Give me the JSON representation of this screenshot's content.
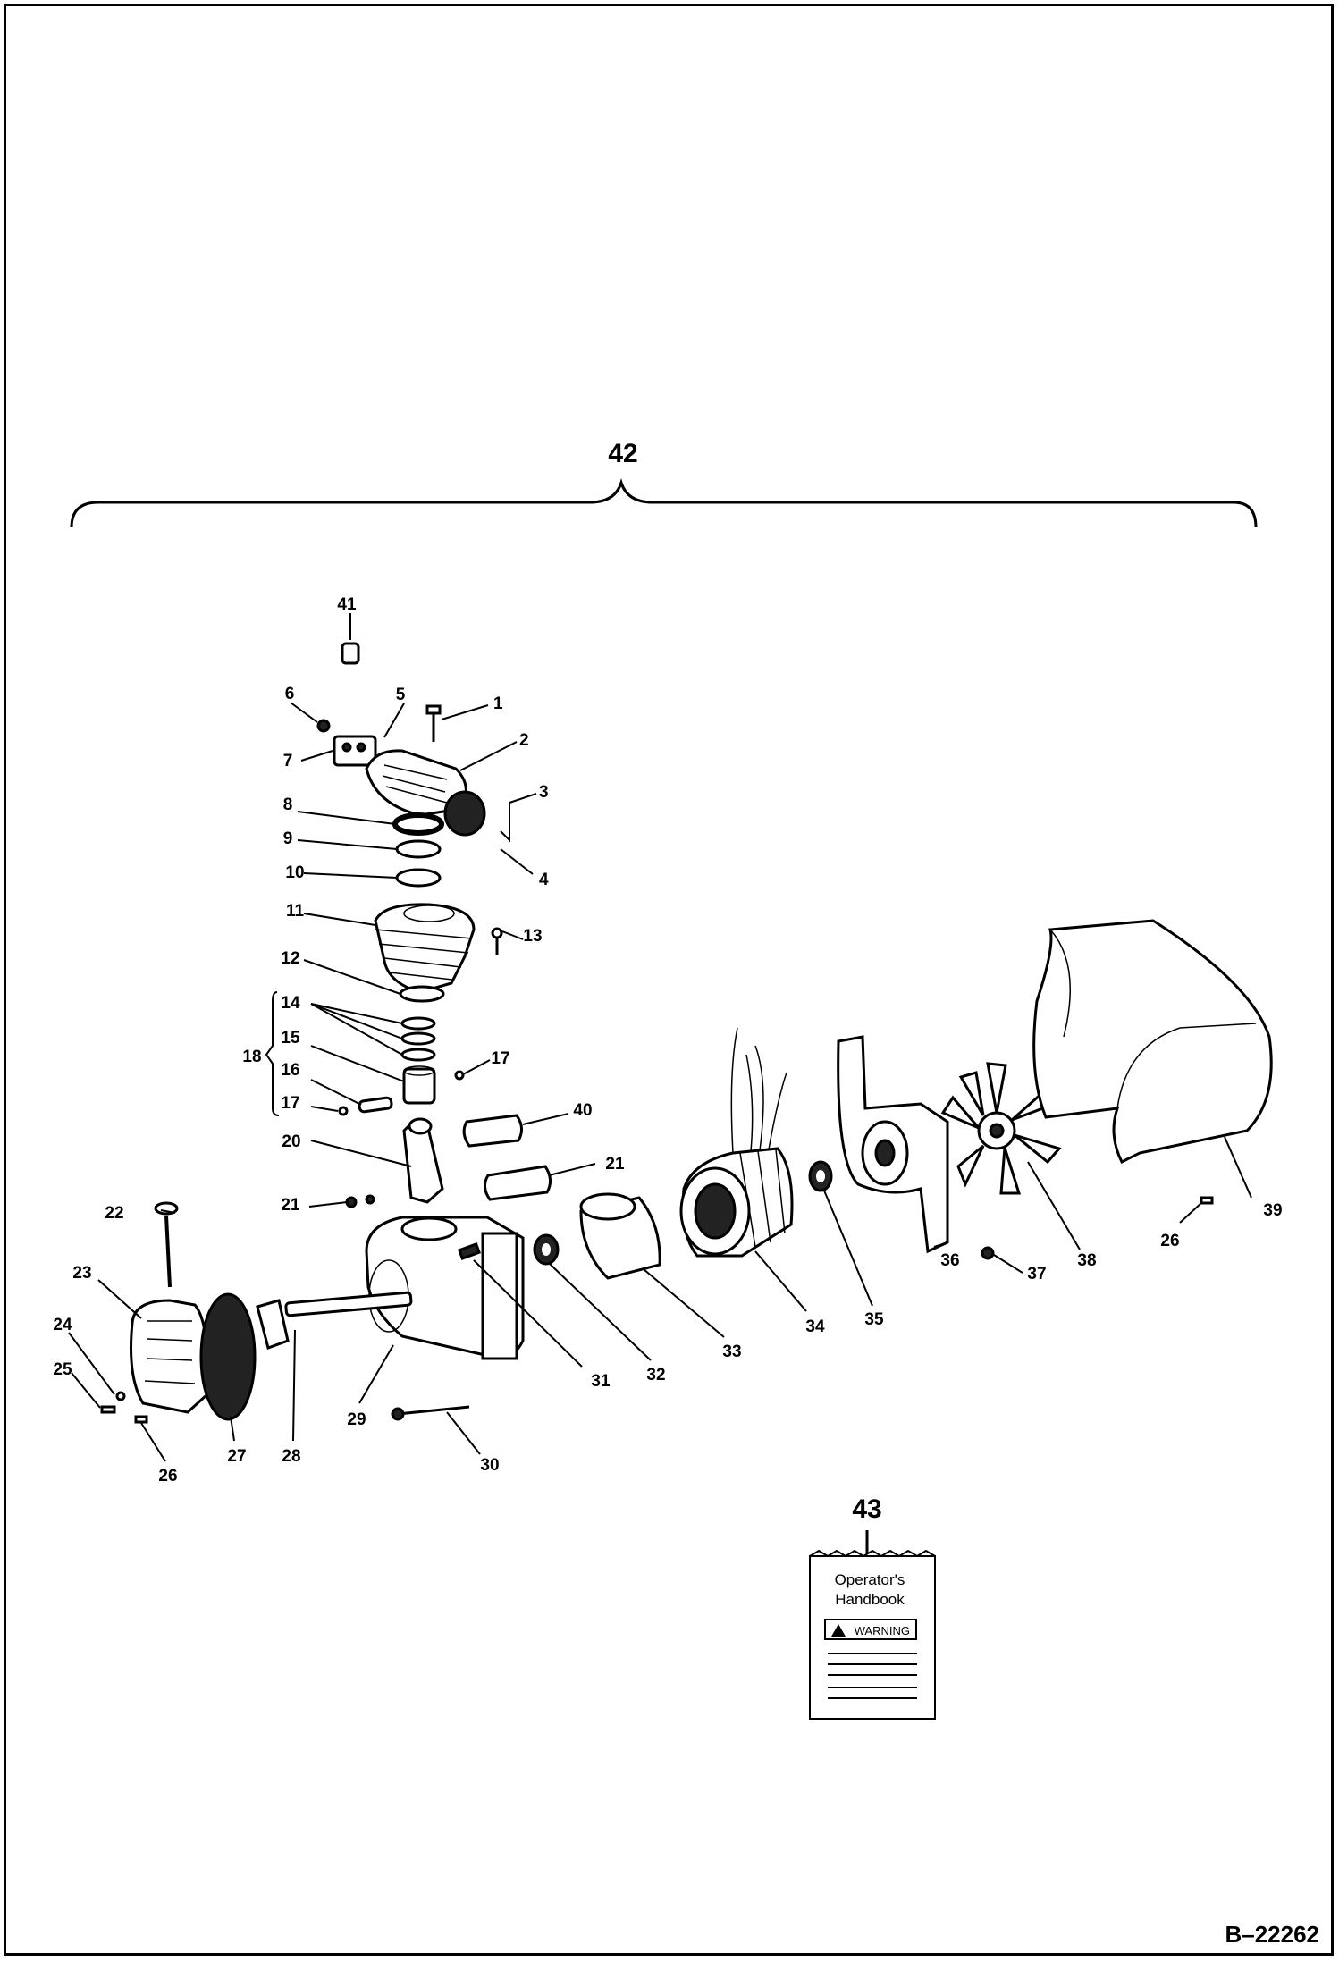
{
  "diagram": {
    "assembly_label": "42",
    "manual_label": "43",
    "reference_code": "B–22262",
    "part_labels": [
      "1",
      "2",
      "3",
      "4",
      "5",
      "6",
      "7",
      "8",
      "9",
      "10",
      "11",
      "12",
      "13",
      "14",
      "15",
      "16",
      "17",
      "17",
      "18",
      "20",
      "21",
      "21",
      "22",
      "23",
      "24",
      "25",
      "26",
      "26",
      "27",
      "28",
      "29",
      "30",
      "31",
      "32",
      "33",
      "34",
      "35",
      "36",
      "37",
      "38",
      "39",
      "40",
      "41"
    ],
    "handbook": {
      "title_line1": "Operator's",
      "title_line2": "Handbook",
      "warning": "WARNING"
    }
  }
}
